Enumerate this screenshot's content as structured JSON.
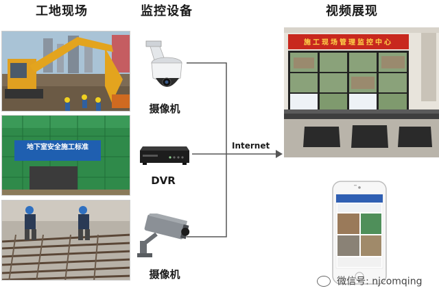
{
  "titles": {
    "site": "工地现场",
    "devices": "监控设备",
    "display": "视频展现"
  },
  "devices": [
    {
      "label": "摄像机",
      "icon": "ptz-dome-camera-icon"
    },
    {
      "label": "DVR",
      "icon": "dvr-recorder-icon"
    },
    {
      "label": "摄像机",
      "icon": "bullet-camera-icon"
    }
  ],
  "connection": {
    "label": "Internet"
  },
  "site_photos": {
    "photo2_banner": "地下室安全施工标准"
  },
  "monitor_room": {
    "banner": "施工现场管理监控中心"
  },
  "watermark": {
    "text": "微信号: njcomqing"
  },
  "colors": {
    "line": "#555555",
    "banner_red": "#c8281e",
    "screen_blue": "#2f5fb3"
  }
}
